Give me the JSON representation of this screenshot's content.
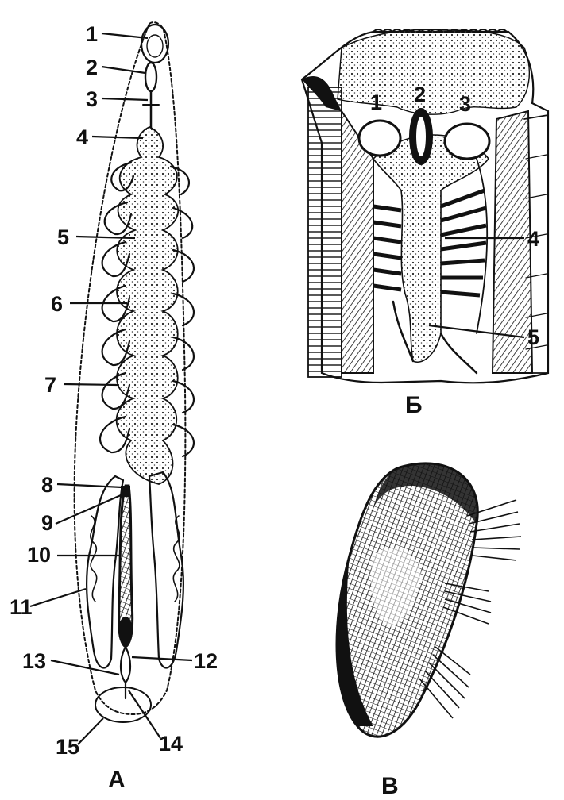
{
  "figure": {
    "panels": [
      {
        "id": "A",
        "caption": "А",
        "labels": [
          "1",
          "2",
          "3",
          "4",
          "5",
          "6",
          "7",
          "8",
          "9",
          "10",
          "11",
          "12",
          "13",
          "14",
          "15"
        ]
      },
      {
        "id": "B",
        "caption": "Б",
        "labels": [
          "1",
          "2",
          "3",
          "4",
          "5"
        ]
      },
      {
        "id": "V",
        "caption": "В",
        "labels": []
      }
    ]
  }
}
